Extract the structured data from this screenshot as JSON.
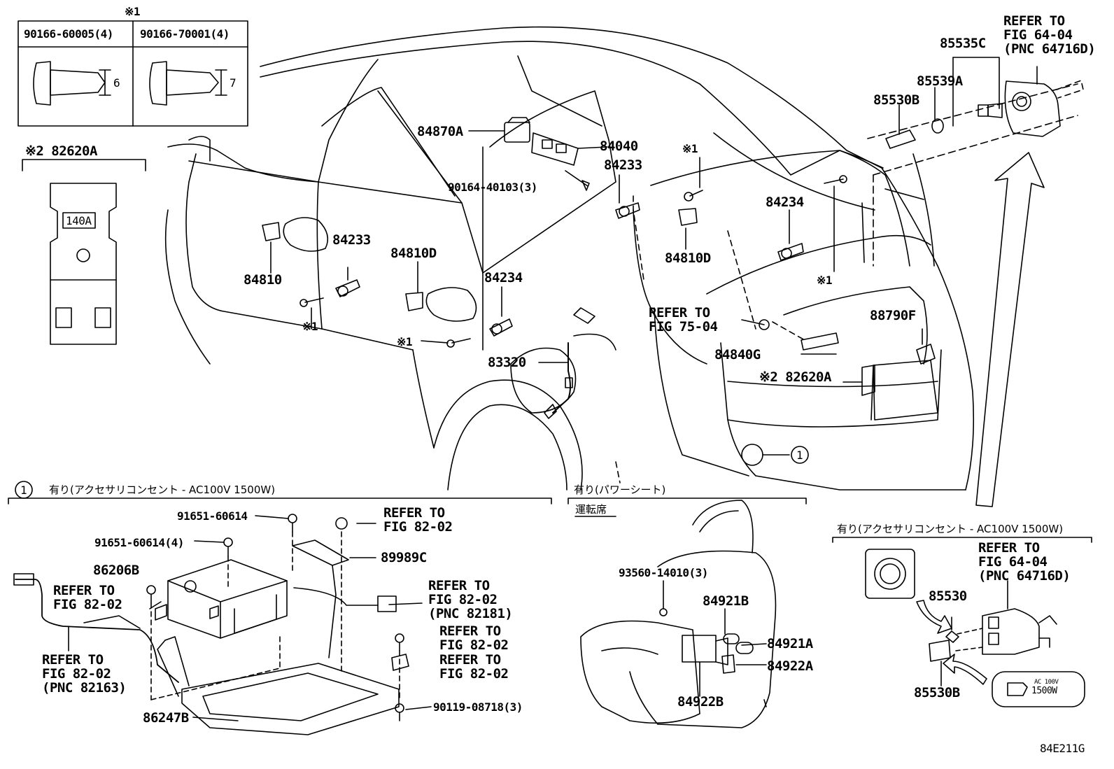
{
  "callouts": {
    "clip_table": {
      "note_mark": "※1",
      "col1": "90166-60005(4)",
      "col2": "90166-70001(4)",
      "dim1": "6",
      "dim2": "7"
    },
    "fuse": {
      "header": "※2 82620A",
      "rating": "140A"
    },
    "refer_64_04_top": "REFER TO\nFIG 64-04\n(PNC 64716D)",
    "refer_75_04": "REFER TO\nFIG 75-04",
    "refer_82_02_a": "REFER TO\nFIG 82-02",
    "refer_82_02_b": "REFER TO\nFIG 82-02",
    "refer_82_02_pnc82181": "REFER TO\nFIG 82-02\n(PNC 82181)",
    "refer_82_02_pnc82163": "REFER TO\nFIG 82-02\n(PNC 82163)",
    "refer_82_02_c": "REFER TO\nFIG 82-02",
    "refer_82_02_d": "REFER TO\nFIG 82-02",
    "refer_64_04_bottom": "REFER TO\nFIG 64-04\n(PNC 64716D)"
  },
  "parts": {
    "p85535C": "85535C",
    "p85539A": "85539A",
    "p85530B_top": "85530B",
    "p84870A": "84870A",
    "p84040": "84040",
    "p90164": "90164-40103(3)",
    "p84233_top": "84233",
    "p84233_mid": "84233",
    "p84234_right": "84234",
    "p84234_mid": "84234",
    "p84810": "84810",
    "p84810D_mid": "84810D",
    "p84810D_right": "84810D",
    "p83320": "83320",
    "p88790F": "88790F",
    "p84840G": "84840G",
    "p82620A": "※2 82620A",
    "p91651_a": "91651-60614",
    "p91651_b": "91651-60614(4)",
    "p86206B": "86206B",
    "p89989C": "89989C",
    "p86247B": "86247B",
    "p90119": "90119-08718(3)",
    "p93560": "93560-14010(3)",
    "p84921B": "84921B",
    "p84921A": "84921A",
    "p84922A": "84922A",
    "p84922B": "84922B",
    "p85530": "85530",
    "p85530B_bottom": "85530B"
  },
  "notes": {
    "n1_a": "※1",
    "n1_b": "※1",
    "n1_c": "※1",
    "n1_d": "※1",
    "circle_ref": "1",
    "section1_num": "1",
    "section1_title": "有り(アクセサリコンセント - AC100V 1500W)",
    "section2_title": "有り(パワーシート)",
    "section2_sub": "運転席",
    "section3_title": "有り(アクセサリコンセント - AC100V 1500W)",
    "outlet_label1": "AC 100V",
    "outlet_label2": "1500W",
    "diagram_code": "84E211G"
  }
}
